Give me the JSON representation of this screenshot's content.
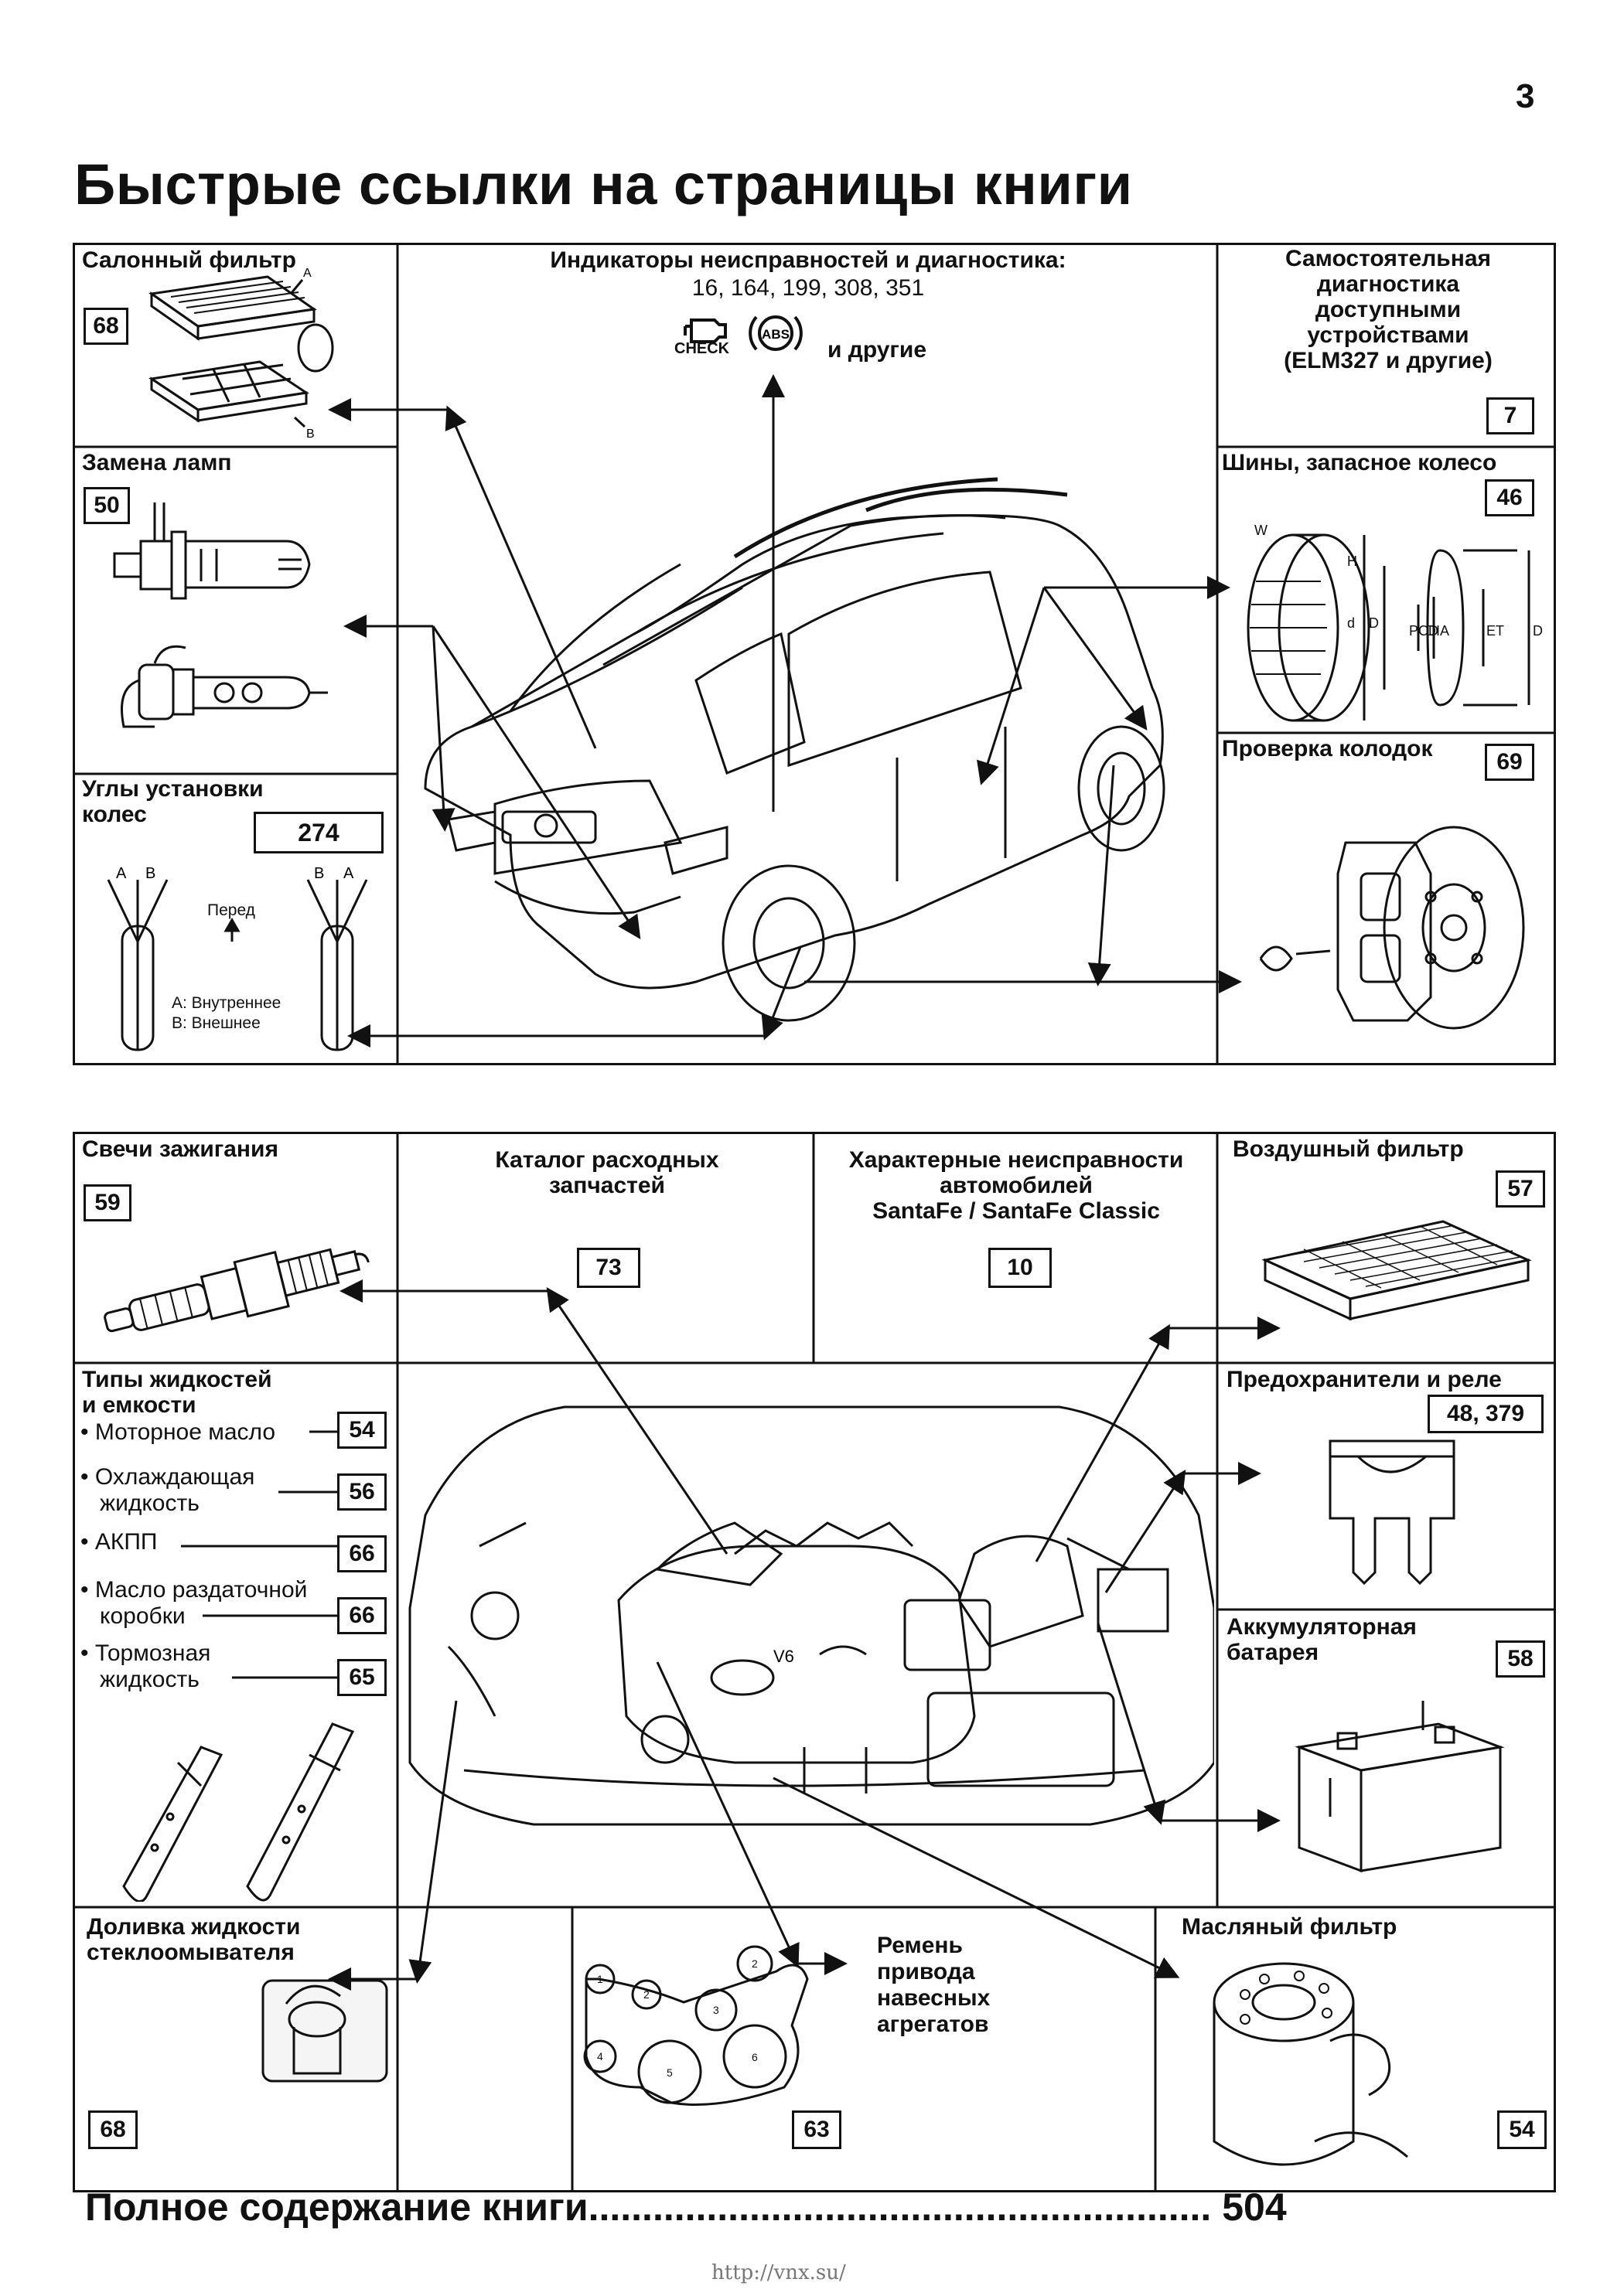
{
  "page_number": "3",
  "title": "Быстрые ссылки на страницы книги",
  "top_panel": {
    "cabin_filter": {
      "label": "Салонный фильтр",
      "page": "68"
    },
    "indicators": {
      "title": "Индикаторы неисправностей и диагностика:",
      "pages": "16, 164, 199, 308, 351",
      "check_text": "CHECK",
      "abs_text": "ABS",
      "others": "и другие"
    },
    "self_diag": {
      "line1": "Самостоятельная",
      "line2": "диагностика",
      "line3": "доступными",
      "line4": "устройствами",
      "line5": "(ELM327 и другие)",
      "page": "7"
    },
    "lamps": {
      "label": "Замена ламп",
      "page": "50"
    },
    "tires": {
      "label": "Шины, запасное колесо",
      "page": "46"
    },
    "wheel_angles": {
      "label1": "Углы установки",
      "label2": "колес",
      "page": "274",
      "front": "Перед",
      "a_inner": "A: Внутреннее",
      "b_outer": "B: Внешнее"
    },
    "brake_pads": {
      "label": "Проверка колодок",
      "page": "69"
    }
  },
  "bottom_panel": {
    "spark_plugs": {
      "label": "Свечи зажигания",
      "page": "59"
    },
    "parts_catalog": {
      "line1": "Каталог расходных",
      "line2": "запчастей",
      "page": "73"
    },
    "faults": {
      "line1": "Характерные неисправности",
      "line2": "автомобилей",
      "line3": "SantaFe / SantaFe Classic",
      "page": "10"
    },
    "air_filter": {
      "label": "Воздушный фильтр",
      "page": "57"
    },
    "fluids": {
      "title1": "Типы жидкостей",
      "title2": "и емкости",
      "items": [
        {
          "line1": "Моторное масло",
          "line2": "",
          "page": "54"
        },
        {
          "line1": "Охлаждающая",
          "line2": "жидкость",
          "page": "56"
        },
        {
          "line1": "АКПП",
          "line2": "",
          "page": "66"
        },
        {
          "line1": "Масло раздаточной",
          "line2": "коробки",
          "page": "66"
        },
        {
          "line1": "Тормозная",
          "line2": "жидкость",
          "page": "65"
        }
      ]
    },
    "fuses": {
      "label": "Предохранители и реле",
      "page": "48, 379"
    },
    "battery": {
      "label1": "Аккумуляторная",
      "label2": "батарея",
      "page": "58"
    },
    "washer": {
      "label1": "Доливка жидкости",
      "label2": "стеклоомывателя",
      "page": "68"
    },
    "belt": {
      "line1": "Ремень",
      "line2": "привода",
      "line3": "навесных",
      "line4": "агрегатов",
      "page": "63"
    },
    "oil_filter": {
      "label": "Масляный фильтр",
      "page": "54"
    }
  },
  "toc": {
    "text": "Полное содержание книги",
    "page": "504"
  },
  "url": "http://vnx.su/"
}
